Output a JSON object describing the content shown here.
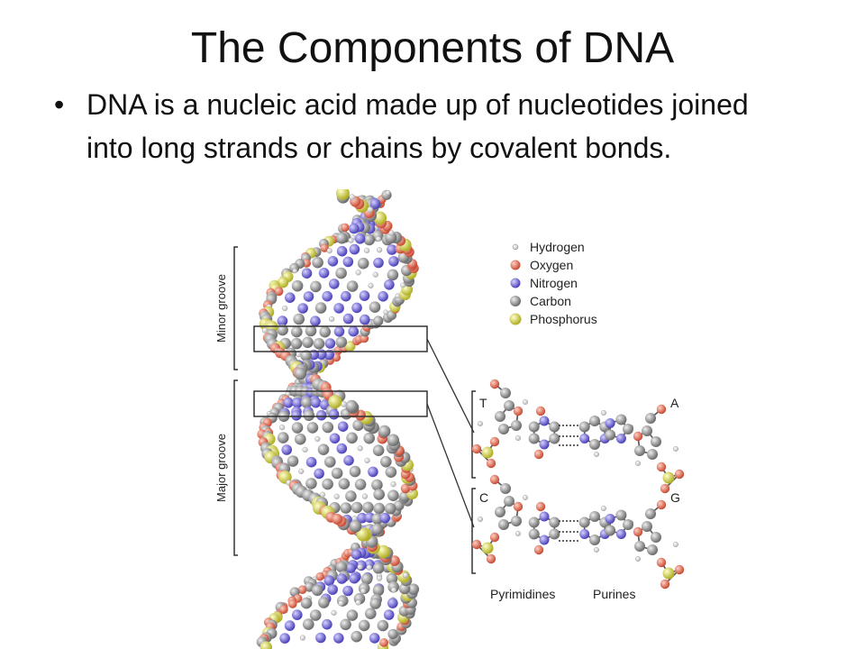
{
  "slide": {
    "title": "The Components of DNA",
    "bullet": "DNA is a nucleic acid made up of nucleotides joined into long strands or chains by covalent bonds."
  },
  "figure": {
    "grooves": {
      "minor": "Minor groove",
      "major": "Major groove"
    },
    "legend": [
      {
        "label": "Hydrogen",
        "color": "#f2f2f2"
      },
      {
        "label": "Oxygen",
        "color": "#e8806a"
      },
      {
        "label": "Nitrogen",
        "color": "#7a72d8"
      },
      {
        "label": "Carbon",
        "color": "#9a9a9a"
      },
      {
        "label": "Phosphorus",
        "color": "#dede55"
      }
    ],
    "pairs": [
      {
        "left": "T",
        "right": "A"
      },
      {
        "left": "C",
        "right": "G"
      }
    ],
    "bottom": {
      "left": "Pyrimidines",
      "right": "Purines"
    }
  }
}
